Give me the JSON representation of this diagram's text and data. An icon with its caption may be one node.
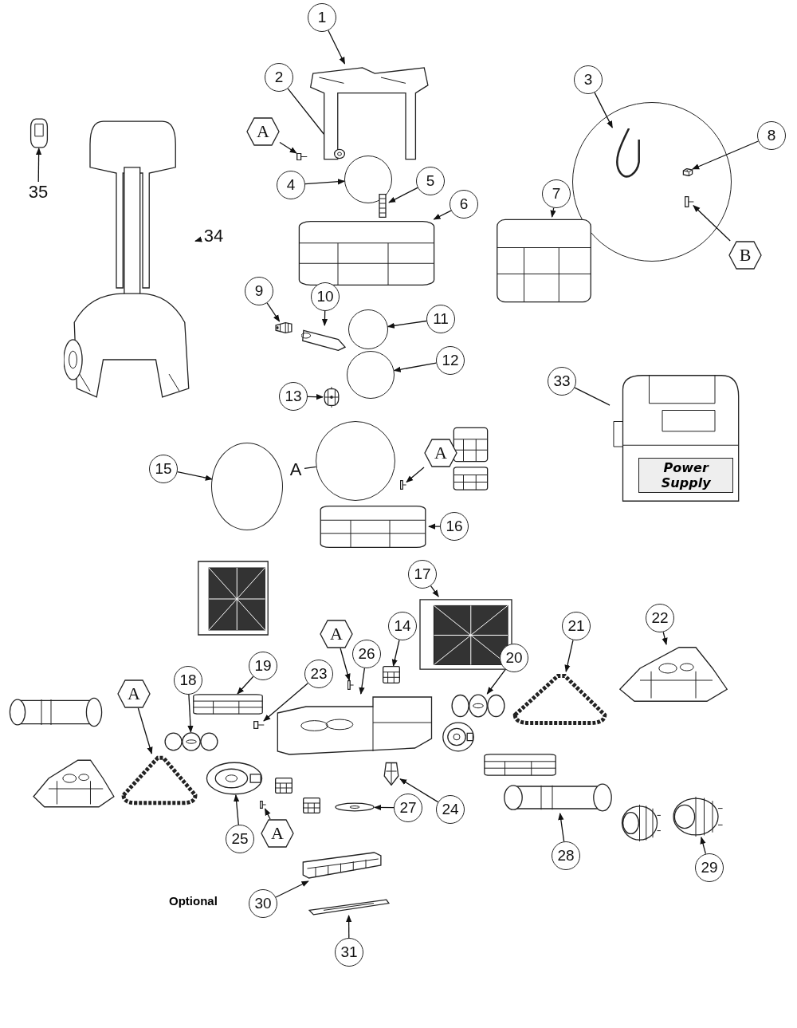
{
  "diagram": {
    "nodes": [
      {
        "text": [
          "1"
        ]
      },
      {
        "text": [],
        "shape": "picture"
      },
      {
        "text": [
          "2"
        ]
      },
      {
        "text": [],
        "shape": "picture"
      },
      {
        "text": [
          "A"
        ]
      },
      {
        "text": [],
        "shape": "picture"
      },
      {
        "text": [
          "4"
        ]
      },
      {
        "text": [],
        "shape": "circle"
      },
      {
        "text": [
          "5"
        ]
      },
      {
        "text": [],
        "shape": "picture"
      },
      {
        "text": [
          "6"
        ]
      },
      {
        "text": [],
        "shape": "picture"
      },
      {
        "text": [
          "35"
        ]
      },
      {
        "text": [],
        "shape": "picture"
      },
      {
        "text": [
          "34"
        ]
      },
      {
        "text": [],
        "shape": "picture"
      },
      {
        "text": [
          "3"
        ]
      },
      {
        "text": [],
        "shape": "circle"
      },
      {
        "text": [],
        "shape": "picture",
        "in": 17
      },
      {
        "text": [
          "8"
        ]
      },
      {
        "text": [],
        "shape": "picture",
        "in": 17
      },
      {
        "text": [
          "B"
        ]
      },
      {
        "text": [],
        "shape": "picture",
        "in": 17
      },
      {
        "text": [
          "7"
        ]
      },
      {
        "text": [],
        "shape": "picture"
      },
      {
        "text": [
          "9"
        ]
      },
      {
        "text": [],
        "shape": "picture"
      },
      {
        "text": [
          "10"
        ]
      },
      {
        "text": [],
        "shape": "picture"
      },
      {
        "text": [
          "11"
        ]
      },
      {
        "text": [],
        "shape": "circle"
      },
      {
        "text": [
          "12"
        ]
      },
      {
        "text": [],
        "shape": "circle"
      },
      {
        "text": [
          "13"
        ]
      },
      {
        "text": [],
        "shape": "picture"
      },
      {
        "text": [
          "33"
        ]
      },
      {
        "text": [
          "Power Supply"
        ]
      },
      {
        "text": [
          "15"
        ]
      },
      {
        "text": [],
        "shape": "circle"
      },
      {
        "text": [
          "A"
        ]
      },
      {
        "text": [],
        "shape": "circle"
      },
      {
        "text": [
          "A"
        ]
      },
      {
        "text": [],
        "shape": "picture"
      },
      {
        "text": [
          "16"
        ]
      },
      {
        "text": [],
        "shape": "picture"
      },
      {
        "text": [
          "17"
        ]
      },
      {
        "text": [],
        "shape": "picture"
      },
      {
        "text": [
          "14"
        ]
      },
      {
        "text": [],
        "shape": "picture"
      },
      {
        "text": [
          "A"
        ]
      },
      {
        "text": [],
        "shape": "picture"
      },
      {
        "text": [
          "26"
        ]
      },
      {
        "text": [],
        "shape": "picture"
      },
      {
        "text": [
          "23"
        ]
      },
      {
        "text": [],
        "shape": "picture"
      },
      {
        "text": [
          "19"
        ]
      },
      {
        "text": [],
        "shape": "picture"
      },
      {
        "text": [
          "18"
        ]
      },
      {
        "text": [],
        "shape": "picture"
      },
      {
        "text": [
          "A"
        ]
      },
      {
        "text": [],
        "shape": "picture"
      },
      {
        "text": [
          "20"
        ]
      },
      {
        "text": [],
        "shape": "picture"
      },
      {
        "text": [
          "21"
        ]
      },
      {
        "text": [],
        "shape": "picture"
      },
      {
        "text": [
          "22"
        ]
      },
      {
        "text": [],
        "shape": "picture"
      },
      {
        "text": [
          "24"
        ]
      },
      {
        "text": [],
        "shape": "picture"
      },
      {
        "text": [
          "25"
        ]
      },
      {
        "text": [],
        "shape": "picture"
      },
      {
        "text": [
          "A"
        ]
      },
      {
        "text": [],
        "shape": "picture"
      },
      {
        "text": [
          "27"
        ]
      },
      {
        "text": [],
        "shape": "picture"
      },
      {
        "text": [
          "28"
        ]
      },
      {
        "text": [],
        "shape": "picture"
      },
      {
        "text": [
          "29"
        ]
      },
      {
        "text": [],
        "shape": "picture"
      },
      {
        "text": [
          "30"
        ]
      },
      {
        "text": [],
        "shape": "picture"
      },
      {
        "text": [
          "31"
        ]
      },
      {
        "text": [],
        "shape": "picture"
      }
    ],
    "edges": [
      {
        "from": 0,
        "to": 1,
        "arrow": "to"
      },
      {
        "from": 2,
        "to": 3,
        "arrow": "to"
      },
      {
        "from": 4,
        "to": 5,
        "arrow": "to"
      },
      {
        "from": 6,
        "to": 7,
        "arrow": "to"
      },
      {
        "from": 8,
        "to": 9,
        "arrow": "to"
      },
      {
        "from": 10,
        "to": 11,
        "arrow": "to"
      },
      {
        "from": 12,
        "to": 13,
        "arrow": "to"
      },
      {
        "from": 14,
        "to": 15,
        "arrow": "to"
      },
      {
        "from": 16,
        "to": 18,
        "arrow": "to"
      },
      {
        "from": 19,
        "to": 20,
        "arrow": "to"
      },
      {
        "from": 21,
        "to": 22,
        "arrow": "to"
      },
      {
        "from": 23,
        "to": 24,
        "arrow": "to"
      },
      {
        "from": 25,
        "to": 26,
        "arrow": "to"
      },
      {
        "from": 27,
        "to": 28,
        "arrow": "to"
      },
      {
        "from": 29,
        "to": 30,
        "arrow": "to"
      },
      {
        "from": 31,
        "to": 32,
        "arrow": "to"
      },
      {
        "from": 33,
        "to": 34,
        "arrow": "to"
      },
      {
        "from": 35,
        "to": 36,
        "arrow": "none"
      },
      {
        "from": 37,
        "to": 38,
        "arrow": "to"
      },
      {
        "from": 39,
        "to": 40,
        "arrow": "none"
      },
      {
        "from": 41,
        "to": 42,
        "arrow": "to"
      },
      {
        "from": 43,
        "to": 44,
        "arrow": "to"
      },
      {
        "from": 45,
        "to": 46,
        "arrow": "to"
      },
      {
        "from": 47,
        "to": 48,
        "arrow": "to"
      },
      {
        "from": 49,
        "to": 50,
        "arrow": "to"
      },
      {
        "from": 51,
        "to": 52,
        "arrow": "to"
      },
      {
        "from": 53,
        "to": 54,
        "arrow": "to"
      },
      {
        "from": 55,
        "to": 56,
        "arrow": "to"
      },
      {
        "from": 57,
        "to": 58,
        "arrow": "to"
      },
      {
        "from": 59,
        "to": 60,
        "arrow": "to"
      },
      {
        "from": 61,
        "to": 62,
        "arrow": "to"
      },
      {
        "from": 63,
        "to": 64,
        "arrow": "to"
      },
      {
        "from": 65,
        "to": 66,
        "arrow": "to"
      },
      {
        "from": 67,
        "to": 68,
        "arrow": "to"
      },
      {
        "from": 69,
        "to": 70,
        "arrow": "to"
      },
      {
        "from": 71,
        "to": 72,
        "arrow": "to"
      },
      {
        "from": 73,
        "to": 74,
        "arrow": "to"
      },
      {
        "from": 75,
        "to": 76,
        "arrow": "to"
      },
      {
        "from": 77,
        "to": 78,
        "arrow": "to"
      },
      {
        "from": 79,
        "to": 80,
        "arrow": "to"
      },
      {
        "from": 81,
        "to": 82,
        "arrow": "to"
      }
    ],
    "labels": [
      "Optional"
    ]
  }
}
